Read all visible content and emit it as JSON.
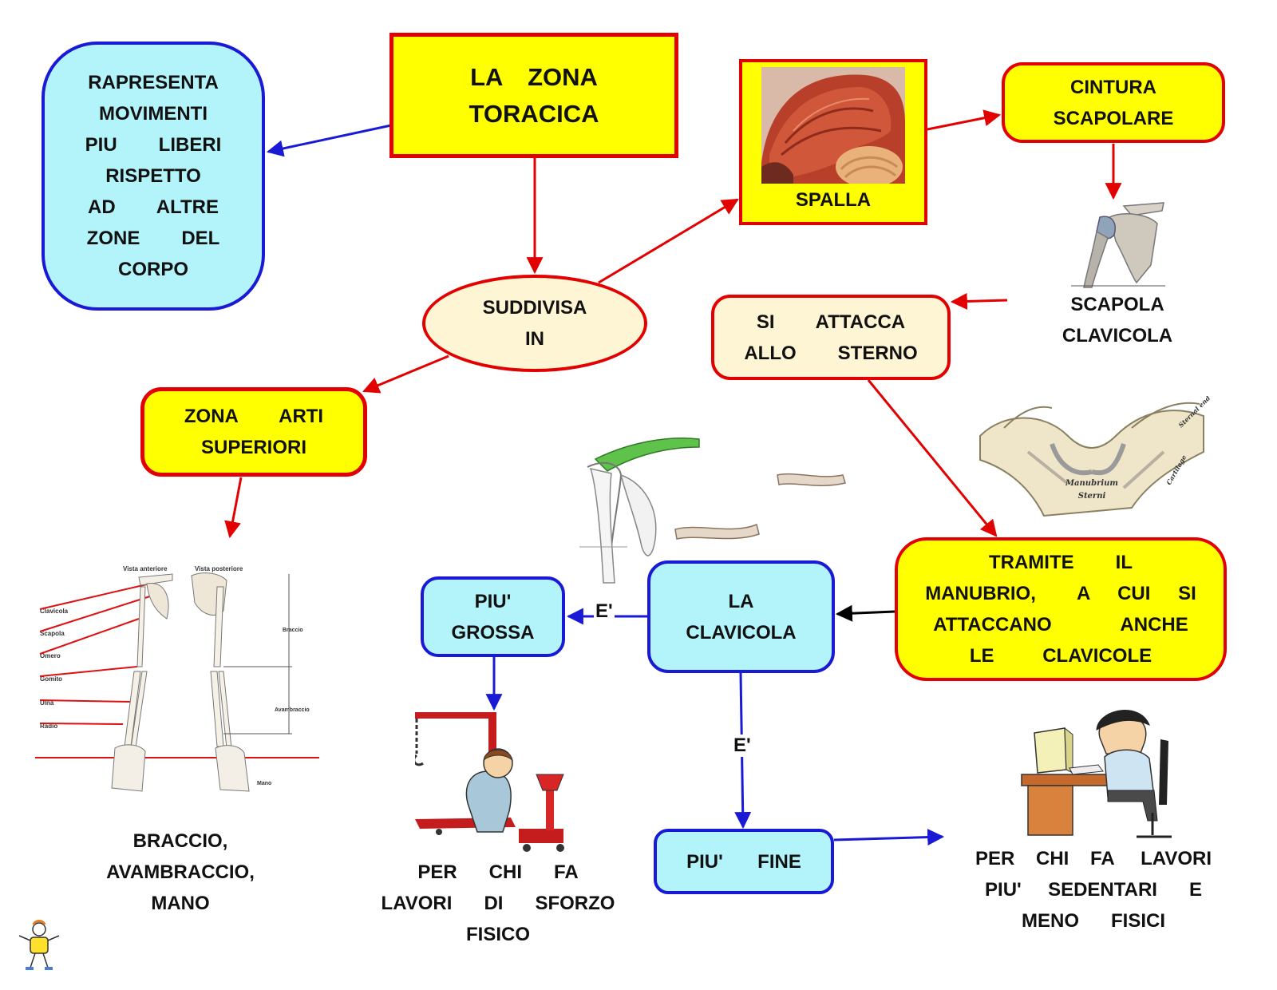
{
  "title": "LA   ZONA\nTORACICA",
  "description": "RAPRESENTA\nMOVIMENTI\nPIU      LIBERI\nRISPETTO\nAD      ALTRE\nZONE      DEL\nCORPO",
  "suddivisa": "SUDDIVISA\nIN",
  "spalla": "SPALLA",
  "cintura": "CINTURA\nSCAPOLARE",
  "scapola_clavicola": "SCAPOLA\nCLAVICOLA",
  "attacca": "SI      ATTACCA\nALLO      STERNO",
  "zona_arti": "ZONA      ARTI\nSUPERIORI",
  "braccio": "BRACCIO,\nAVAMBRACCIO,\nMANO",
  "manubrio": "TRAMITE      IL\nMANUBRIO,      A    CUI    SI\nATTACCANO          ANCHE\nLE       CLAVICOLE",
  "la_clavicola": "LA\nCLAVICOLA",
  "piu_grossa": "PIU'\nGROSSA",
  "piu_fine": "PIU'     FINE",
  "edge_label_left": "E'",
  "edge_label_down": "E'",
  "lavori_sforzo": "PER      CHI      FA\nLAVORI      DI      SFORZO\nFISICO",
  "lavori_sedentari": "PER    CHI    FA     LAVORI\nPIU'     SEDENTARI      E\nMENO      FISICI",
  "colors": {
    "yellow": "#ffff00",
    "red": "#e30000",
    "light_blue": "#b3f4fb",
    "blue": "#1a1ad6",
    "cream": "#fdf5d4"
  },
  "icons": [
    "shoulder-muscle-illustration",
    "scapula-illustration",
    "clavicle-bones-illustration",
    "sternum-illustration",
    "arm-skeleton-illustration",
    "crane-worker-illustration",
    "office-worker-illustration",
    "mascot-icon"
  ],
  "anatomy_labels": {
    "vista_anteriore": "Vista anteriore",
    "vista_posteriore": "Vista posteriore",
    "clavicola": "Clavicola",
    "scapola": "Scapola",
    "omero": "Omero",
    "gomito": "Gomito",
    "ulna": "Ulna",
    "radio": "Radio",
    "braccio": "Braccio",
    "avambraccio": "Avambraccio",
    "mano": "Mano"
  },
  "sternum_labels": {
    "manubrium": "Manubrium",
    "sterni": "Sterni",
    "sternal_end": "Sternal end",
    "cartilage": "Cartilage"
  }
}
